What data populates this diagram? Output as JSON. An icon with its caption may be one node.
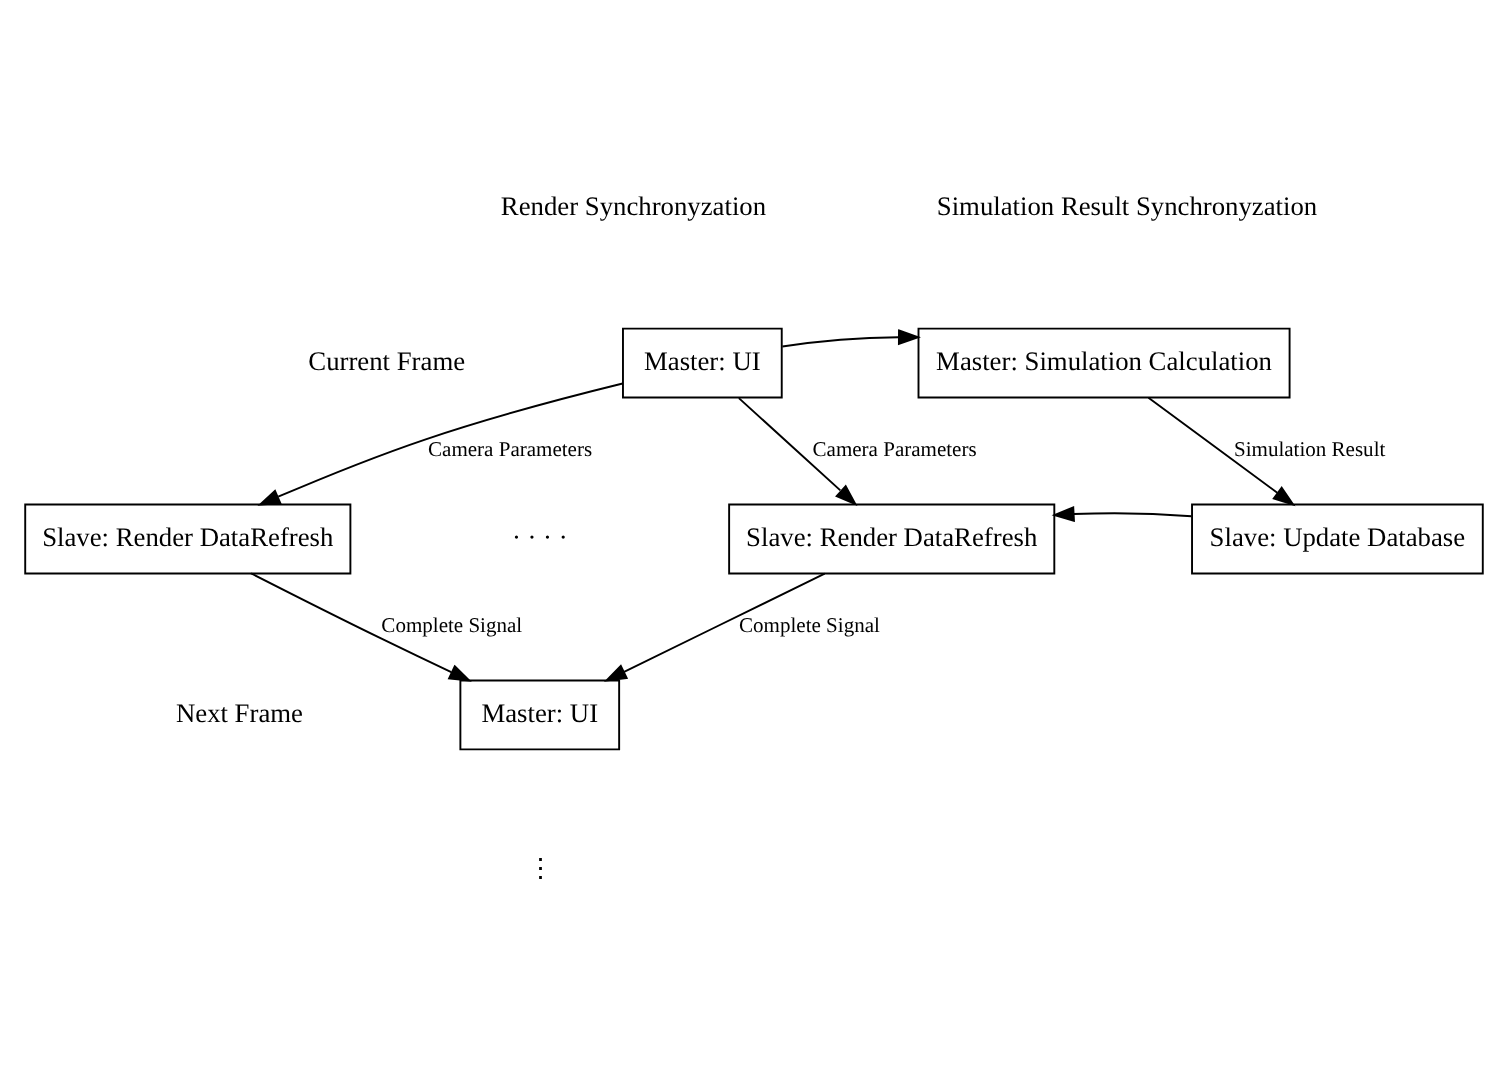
{
  "diagram": {
    "nodes": [
      {
        "text": [
          "Master: UI"
        ]
      },
      {
        "text": [
          "Master: Simulation Calculation"
        ]
      },
      {
        "text": [
          "Slave: Render DataRefresh"
        ]
      },
      {
        "text": [
          "Slave: Render DataRefresh"
        ]
      },
      {
        "text": [
          "Slave: Update Database"
        ]
      },
      {
        "text": [
          "Master: UI"
        ]
      }
    ],
    "edges": [
      {
        "from": 0,
        "to": 1,
        "arrow": "to"
      },
      {
        "from": 0,
        "to": 2,
        "arrow": "to",
        "label": "Camera Parameters"
      },
      {
        "from": 0,
        "to": 3,
        "arrow": "to",
        "label": "Camera Parameters"
      },
      {
        "from": 1,
        "to": 4,
        "arrow": "to",
        "label": "Simulation Result"
      },
      {
        "from": 4,
        "to": 3,
        "arrow": "to"
      },
      {
        "from": 2,
        "to": 5,
        "arrow": "to",
        "label": "Complete Signal"
      },
      {
        "from": 3,
        "to": 5,
        "arrow": "to",
        "label": "Complete Signal"
      }
    ],
    "labels": [
      "Render Synchronyzation",
      "Simulation Result Synchronyzation",
      "Current Frame",
      "· · · ·",
      "Next Frame",
      "⋮"
    ]
  }
}
